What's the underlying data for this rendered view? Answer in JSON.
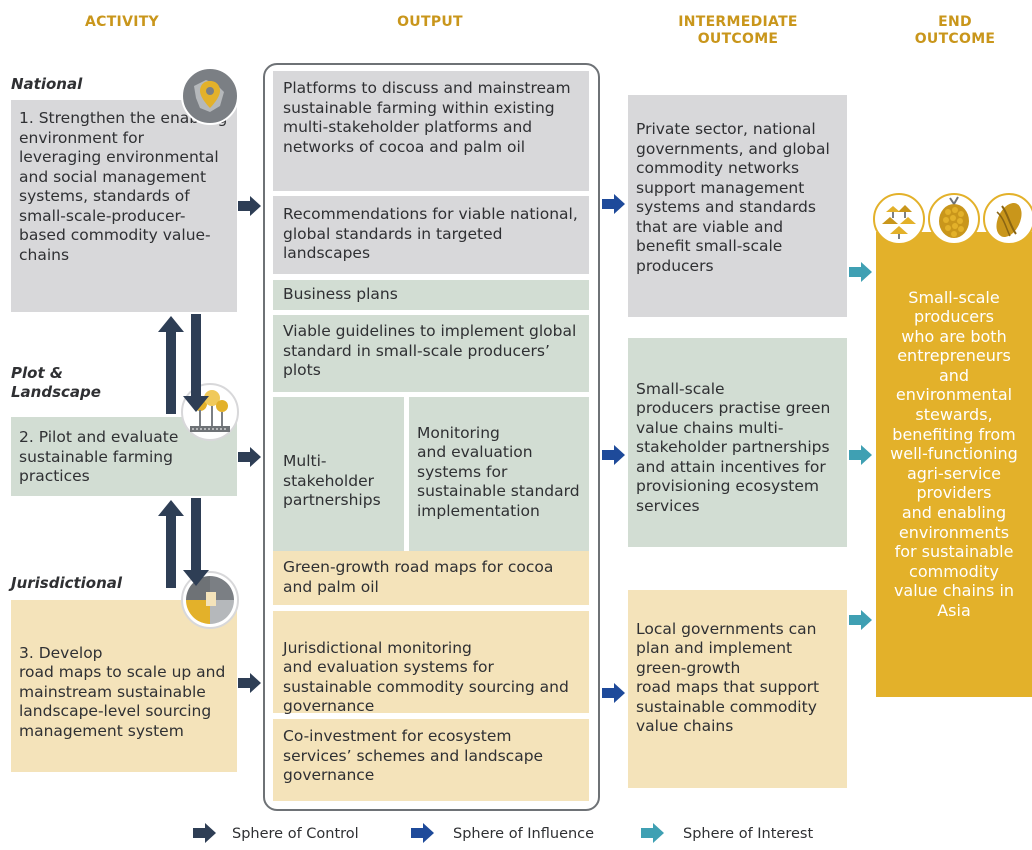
{
  "headers": {
    "activity": "ACTIVITY",
    "output": "OUTPUT",
    "intermediate": "INTERMEDIATE\nOUTCOME",
    "end": "END\nOUTCOME"
  },
  "levels": {
    "national": "National",
    "plot": "Plot &\nLandscape",
    "jurisdictional": "Jurisdictional"
  },
  "activities": [
    "1. Strengthen the enabling environment for leveraging environmental and social management systems, standards of small-scale-producer-based commodity value-chains",
    "2. Pilot  and evaluate sustainable farming practices",
    "3. Develop\nroad maps to scale up and mainstream sustainable landscape-level sourcing management system"
  ],
  "outputs": {
    "platforms": "Platforms to discuss and mainstream sustainable farming within existing multi-stakeholder platforms and networks of cocoa and palm oil",
    "recommendations": "Recommendations for viable national, global standards in targeted landscapes",
    "business_plans": "Business plans",
    "guidelines": "Viable guidelines to implement global standard in small-scale producers’ plots",
    "partnerships": "Multi-\nstakeholder partnerships",
    "monitoring": "Monitoring\nand evaluation systems for sustainable standard implementation",
    "roadmaps": "Green-growth road maps for cocoa and palm oil",
    "jurisdictional_monitoring": "Jurisdictional monitoring\nand evaluation systems for sustainable commodity sourcing and governance",
    "coinvestment": "Co-investment for ecosystem services’ schemes and landscape governance"
  },
  "intermediate": [
    "Private sector, national governments, and global commodity networks support management systems and  standards that are viable and benefit small-scale producers",
    "Small-scale\nproducers practise green value chains multi-stakeholder partnerships and attain incentives for provisioning ecosystem services",
    "Local governments can plan and implement\ngreen-growth\nroad maps that support sustainable commodity value chains"
  ],
  "end_outcome": "Small-scale\nproducers\nwho are both\nentrepreneurs\nand\nenvironmental\nstewards,\nbenefiting from\nwell-functioning\nagri-service\nproviders\nand enabling\nenvironments\nfor sustainable\ncommodity\nvalue chains in\nAsia",
  "legend": {
    "control": "Sphere of Control",
    "influence": "Sphere of Influence",
    "interest": "Sphere of Interest"
  },
  "colors": {
    "control": "#2e3e55",
    "influence": "#1e4a9a",
    "interest": "#3fa0b3",
    "gray_box": "#d8d8da",
    "green_box": "#d2ddd3",
    "sand_box": "#f4e3ba",
    "end_box": "#e3b12a",
    "header": "#c9961b"
  },
  "icons": {
    "national": "map-pin-icon",
    "plot": "trees-icon",
    "jurisdictional": "pie-chart-icon",
    "end": [
      "mushroom-cluster-icon",
      "palm-fruit-icon",
      "cocoa-pod-icon"
    ]
  }
}
